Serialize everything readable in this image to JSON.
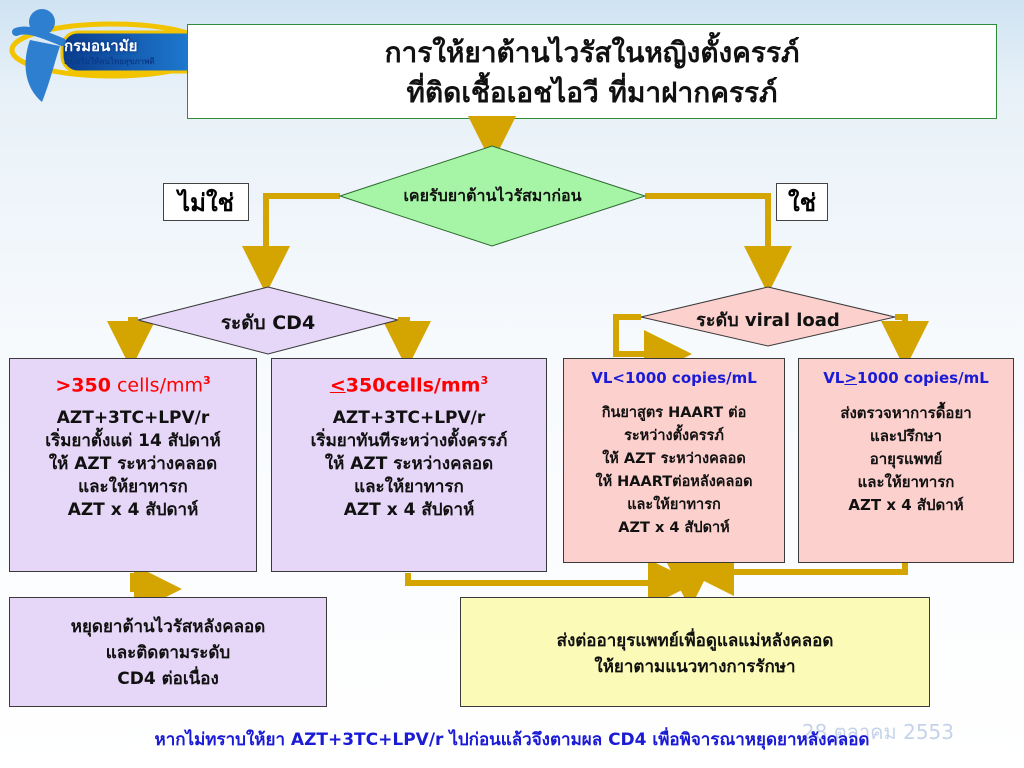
{
  "logo": {
    "name": "กรมอนามัย",
    "subtitle": "ส่งเสริมให้คนไทยสุขภาพดี"
  },
  "title": {
    "line1": "การให้ยาต้านไวรัสในหญิงตั้งครรภ์",
    "line2": "ที่ติดเชื้อเอชไอวี ที่มาฝากครรภ์"
  },
  "decision_main": "เคยรับยาต้านไวรัสมาก่อน",
  "label_no": "ไม่ใช่",
  "label_yes": "ใช่",
  "decision_cd4": "ระดับ CD4",
  "decision_vl": "ระดับ viral load",
  "box_cd4_high": {
    "sym": ">",
    "num": "350",
    "unit": " cells/mm",
    "sup": "3",
    "lines": [
      "AZT+3TC+LPV/r",
      "เริ่มยาตั้งแต่ 14 สัปดาห์",
      "ให้ AZT ระหว่างคลอด",
      "และให้ยาทารก",
      "AZT x 4 สัปดาห์"
    ]
  },
  "box_cd4_low": {
    "sym": "<",
    "rest": "350cells/mm",
    "sup": "3",
    "lines": [
      "AZT+3TC+LPV/r",
      "เริ่มยาทันทีระหว่างตั้งครรภ์",
      "ให้ AZT ระหว่างคลอด",
      "และให้ยาทารก",
      "AZT x 4 สัปดาห์"
    ]
  },
  "box_vl_low": {
    "header": "VL<1000 copies/mL",
    "lines": [
      "กินยาสูตร HAART ต่อ",
      "ระหว่างตั้งครรภ์",
      "ให้ AZT ระหว่างคลอด",
      "ให้ HAARTต่อหลังคลอด",
      "และให้ยาทารก",
      "AZT x 4 สัปดาห์"
    ]
  },
  "box_vl_high": {
    "pre": "VL",
    "sym": ">",
    "post": "1000 copies/mL",
    "lines": [
      "ส่งตรวจหาการดื้อยา",
      "และปรึกษา",
      "อายุรแพทย์",
      "และให้ยาทารก",
      "AZT x 4 สัปดาห์"
    ]
  },
  "box_stop": {
    "lines": [
      "หยุดยาต้านไวรัสหลังคลอด",
      "และติดตามระดับ",
      "CD4 ต่อเนื่อง"
    ]
  },
  "box_refer": {
    "lines": [
      "ส่งต่ออายุรแพทย์เพื่อดูแลแม่หลังคลอด",
      "ให้ยาตามแนวทางการรักษา"
    ]
  },
  "footer": "หากไม่ทราบให้ยา AZT+3TC+LPV/r ไปก่อนแล้วจึงตามผล CD4 เพื่อพิจารณาหยุดยาหลังคลอด",
  "watermark_date": "28 ตุลาคม 2553",
  "colors": {
    "arrow": "#d4a500",
    "diamond_green": "#a6f5a6",
    "diamond_lavender": "#e6d6f7",
    "diamond_pink": "#fbd0cd",
    "box_yellow": "#fbfbb7",
    "text_blue": "#1b1bd6",
    "text_red": "#ff0000"
  }
}
